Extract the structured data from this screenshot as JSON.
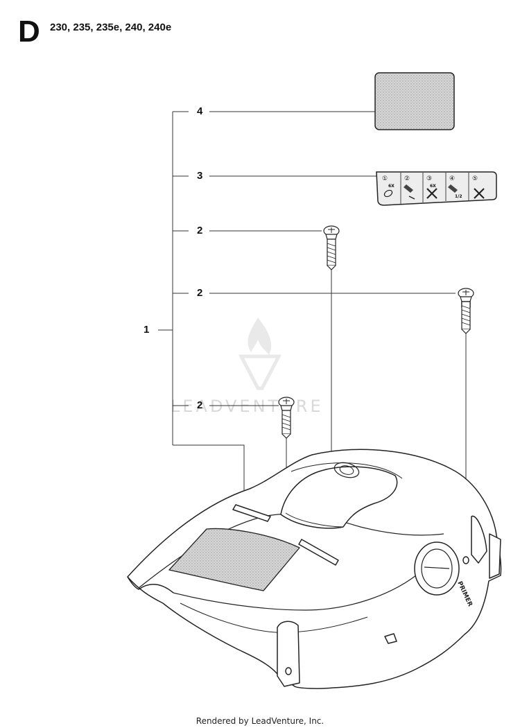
{
  "header": {
    "section_letter": "D",
    "models": "230, 235, 235e, 240, 240e"
  },
  "callouts": {
    "assembly": "1",
    "decal": "4",
    "start_label": "3",
    "screw_top": "2",
    "screw_right": "2",
    "screw_left": "2"
  },
  "start_label_steps": [
    "①",
    "②",
    "③",
    "④",
    "⑤"
  ],
  "start_label_text": {
    "step1": "6X",
    "step3": "6X",
    "step4": "1/2"
  },
  "cover_marking": "PRIMER",
  "watermark": {
    "text": "LEADVENTURE"
  },
  "footer": {
    "text": "Rendered by LeadVenture, Inc."
  }
}
